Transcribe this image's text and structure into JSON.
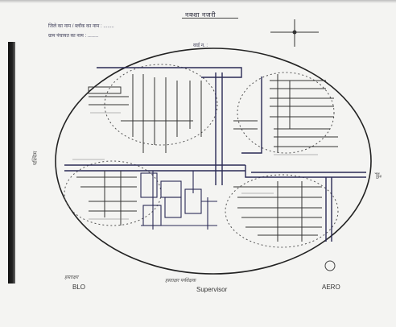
{
  "title": "नक्शा नजरी",
  "header_lines": [
    "जिले का नाम / ब्लॉक का नाम : ........",
    "ग्राम पंचायत का नाम : ........",
    "वार्ड न. :"
  ],
  "signatures": {
    "left_label": "BLO",
    "center_label": "Supervisor",
    "right_label": "AERO",
    "center_scrawl": "हस्ताक्षर पर्यवेक्षक",
    "left_scrawl": "हस्ताक्षर"
  },
  "side_labels": {
    "left": "पश्चिम",
    "right": "पूर्व"
  },
  "compass": {
    "symbol": "north-cross"
  }
}
